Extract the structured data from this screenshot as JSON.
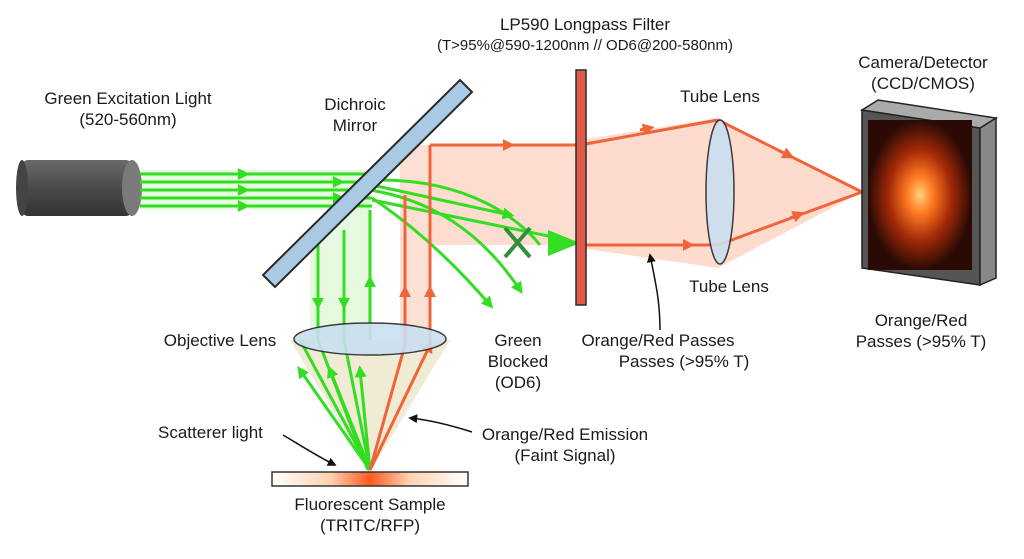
{
  "labels": {
    "excitation": {
      "line1": "Green Excitation Light",
      "line2": "(520-560nm)"
    },
    "dichroic": {
      "line1": "Dichroic",
      "line2": "Mirror"
    },
    "filter": {
      "line1": "LP590 Longpass Filter",
      "line2": "(T>95%@590-1200nm // OD6@200-580nm)"
    },
    "camera": {
      "line1": "Camera/Detector",
      "line2": "(CCD/CMOS)"
    },
    "tube_lens_top": "Tube Lens",
    "tube_lens_bottom": "Tube Lens",
    "objective": "Objective Lens",
    "green_blocked": {
      "line1": "Green",
      "line2": "Blocked",
      "line3": "(OD6)"
    },
    "orange_passes_mid": {
      "line1": "Orange/Red Passes",
      "line2": "Passes (>95% T)"
    },
    "orange_passes_right": {
      "line1": "Orange/Red",
      "line2": "Passes (>95% T)"
    },
    "scatterer": "Scatterer light",
    "emission": {
      "line1": "Orange/Red Emission",
      "line2": "(Faint Signal)"
    },
    "sample": {
      "line1": "Fluorescent Sample",
      "line2": "(TRITC/RFP)"
    }
  },
  "colors": {
    "green": "#33dd22",
    "green_dark": "#2f8f3a",
    "orange": "#f0643a",
    "orange_fill": "#fcd2c0",
    "mirror": "#a9c9e4",
    "filter": "#e05a4c",
    "lens": "#c9dff0",
    "light_source": "#555555"
  },
  "icons": {
    "blocked_marker": "x-cross-icon"
  }
}
